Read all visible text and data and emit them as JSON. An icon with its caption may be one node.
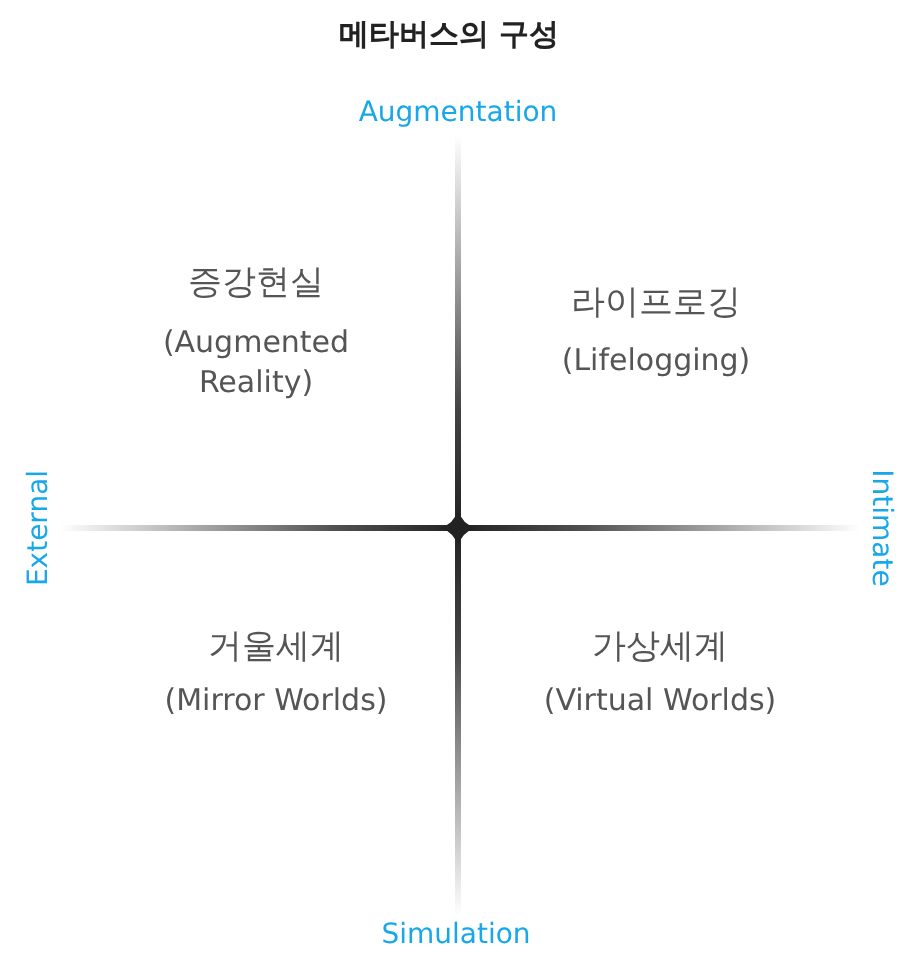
{
  "diagram": {
    "title": "메타버스의 구성",
    "labels": [
      "Augmentation",
      "증강현실",
      "(Augmented Reality)",
      "라이프로깅",
      "(Lifelogging)",
      "External",
      "Intimate",
      "거울세계",
      "(Mirror Worlds)",
      "가상세계",
      "(Virtual Worlds)",
      "Simulation"
    ]
  }
}
